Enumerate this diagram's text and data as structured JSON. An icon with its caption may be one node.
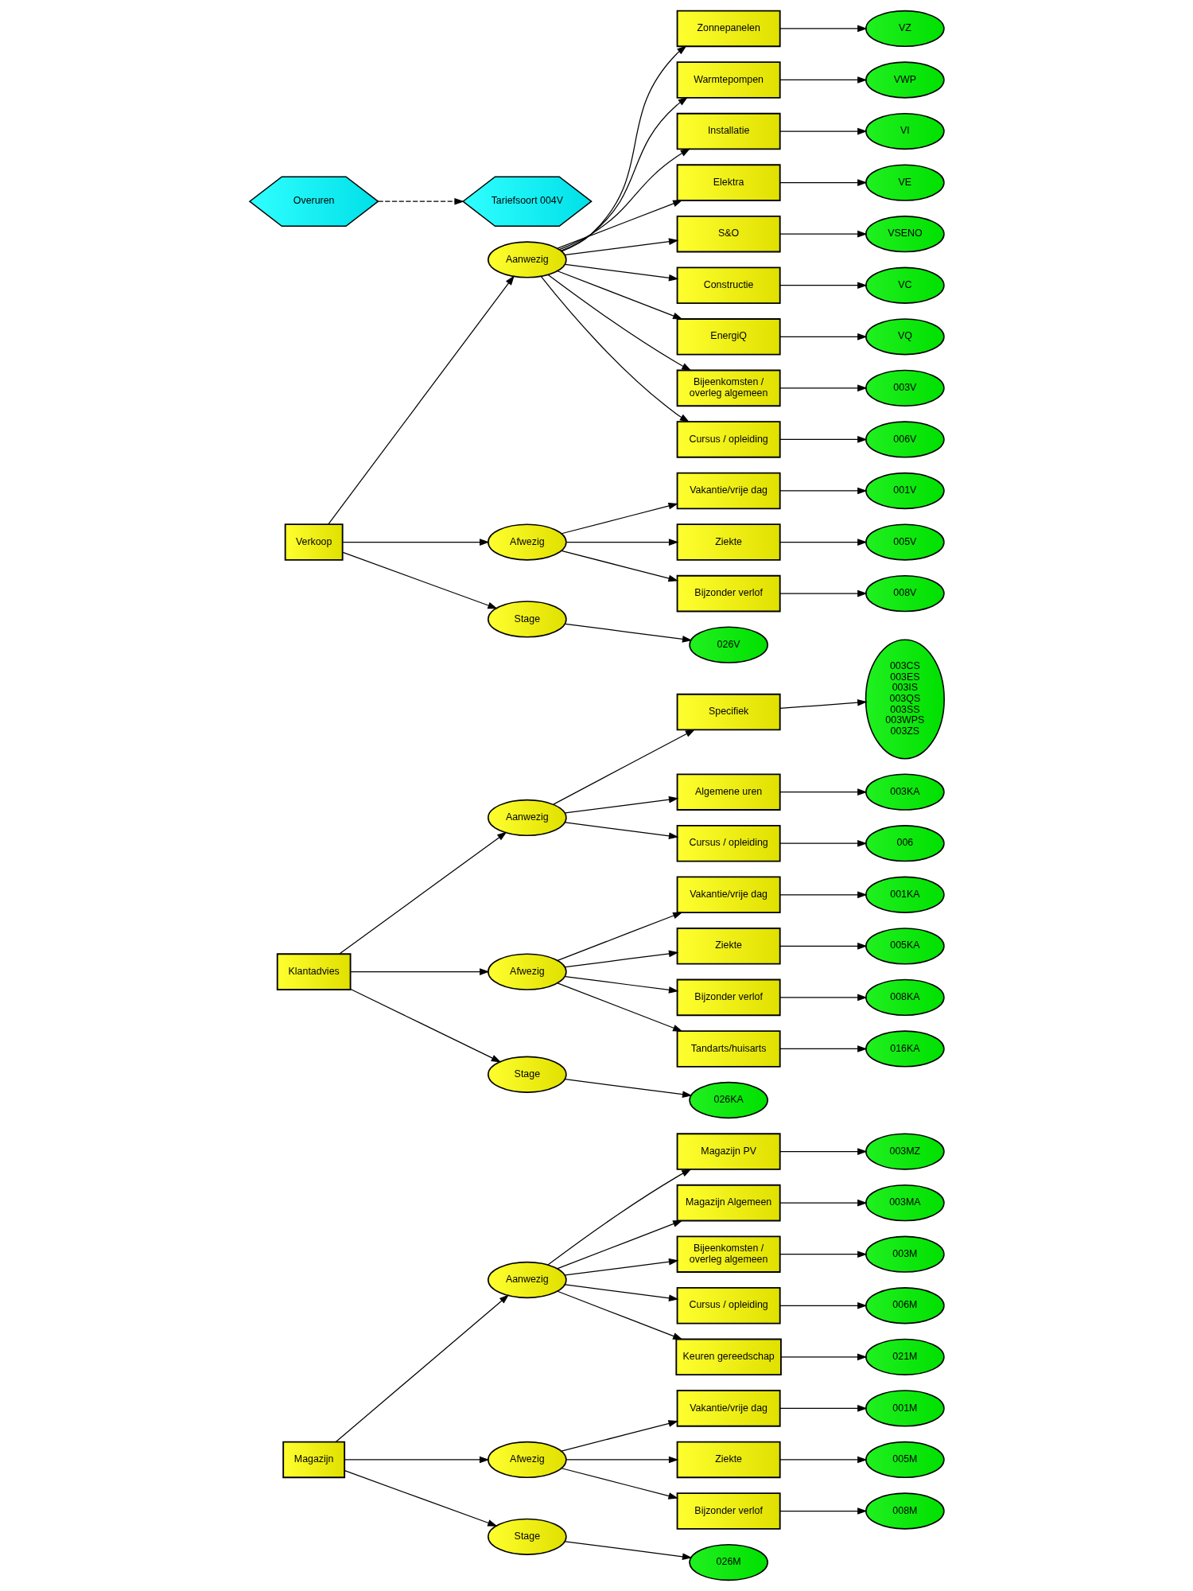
{
  "diagram": {
    "nodes": [
      {
        "text": [
          "Magazijn"
        ]
      },
      {
        "text": [
          "Aanwezig"
        ]
      },
      {
        "text": [
          "Magazijn PV"
        ]
      },
      {
        "text": [
          "003MZ"
        ]
      },
      {
        "text": [
          "Magazijn Algemeen"
        ]
      },
      {
        "text": [
          "003MA"
        ]
      },
      {
        "text": [
          "Bijeenkomsten / overleg algemeen"
        ]
      },
      {
        "text": [
          "003M"
        ]
      },
      {
        "text": [
          "Cursus / opleiding"
        ]
      },
      {
        "text": [
          "006M"
        ]
      },
      {
        "text": [
          "Keuren gereedschap"
        ]
      },
      {
        "text": [
          "021M"
        ]
      },
      {
        "text": [
          "Afwezig"
        ]
      },
      {
        "text": [
          "Vakantie/vrije dag"
        ]
      },
      {
        "text": [
          "001M"
        ]
      },
      {
        "text": [
          "Ziekte"
        ]
      },
      {
        "text": [
          "005M"
        ]
      },
      {
        "text": [
          "Bijzonder verlof"
        ]
      },
      {
        "text": [
          "008M"
        ]
      },
      {
        "text": [
          "Stage"
        ]
      },
      {
        "text": [
          "026M"
        ]
      },
      {
        "text": [
          "Klantadvies"
        ]
      },
      {
        "text": [
          "Aanwezig"
        ]
      },
      {
        "text": [
          "Specifiek"
        ]
      },
      {
        "text": [
          "003CS",
          "003ES",
          "003IS",
          "003QS",
          "003SS",
          "003WPS",
          "003ZS"
        ]
      },
      {
        "text": [
          "Algemene uren"
        ]
      },
      {
        "text": [
          "003KA"
        ]
      },
      {
        "text": [
          "Cursus / opleiding"
        ]
      },
      {
        "text": [
          "006"
        ]
      },
      {
        "text": [
          "Afwezig"
        ]
      },
      {
        "text": [
          "Vakantie/vrije dag"
        ]
      },
      {
        "text": [
          "001KA"
        ]
      },
      {
        "text": [
          "Ziekte"
        ]
      },
      {
        "text": [
          "005KA"
        ]
      },
      {
        "text": [
          "Bijzonder verlof"
        ]
      },
      {
        "text": [
          "008KA"
        ]
      },
      {
        "text": [
          "Tandarts/huisarts"
        ]
      },
      {
        "text": [
          "016KA"
        ]
      },
      {
        "text": [
          "Stage"
        ]
      },
      {
        "text": [
          "026KA"
        ]
      },
      {
        "text": [
          "Verkoop"
        ]
      },
      {
        "text": [
          "Aanwezig"
        ]
      },
      {
        "text": [
          "Zonnepanelen"
        ]
      },
      {
        "text": [
          "VZ"
        ]
      },
      {
        "text": [
          "Warmtepompen"
        ]
      },
      {
        "text": [
          "VWP"
        ]
      },
      {
        "text": [
          "Installatie"
        ]
      },
      {
        "text": [
          "VI"
        ]
      },
      {
        "text": [
          "Elektra"
        ]
      },
      {
        "text": [
          "VE"
        ]
      },
      {
        "text": [
          "S&O"
        ]
      },
      {
        "text": [
          "VSENO"
        ]
      },
      {
        "text": [
          "Constructie"
        ]
      },
      {
        "text": [
          "VC"
        ]
      },
      {
        "text": [
          "EnergiQ"
        ]
      },
      {
        "text": [
          "VQ"
        ]
      },
      {
        "text": [
          "Bijeenkomsten / overleg algemeen"
        ]
      },
      {
        "text": [
          "003V"
        ]
      },
      {
        "text": [
          "Cursus / opleiding"
        ]
      },
      {
        "text": [
          "006V"
        ]
      },
      {
        "text": [
          "Afwezig"
        ]
      },
      {
        "text": [
          "Vakantie/vrije dag"
        ]
      },
      {
        "text": [
          "001V"
        ]
      },
      {
        "text": [
          "Ziekte"
        ]
      },
      {
        "text": [
          "005V"
        ]
      },
      {
        "text": [
          "Bijzonder verlof"
        ]
      },
      {
        "text": [
          "008V"
        ]
      },
      {
        "text": [
          "Stage"
        ]
      },
      {
        "text": [
          "026V"
        ]
      },
      {
        "text": [
          "Overuren"
        ]
      },
      {
        "text": [
          "Tariefsoort 004V"
        ]
      }
    ],
    "edges": [
      {
        "from": 0,
        "to": 1,
        "arrow": "to"
      },
      {
        "from": 1,
        "to": 2,
        "arrow": "to"
      },
      {
        "from": 2,
        "to": 3,
        "arrow": "to"
      },
      {
        "from": 1,
        "to": 4,
        "arrow": "to"
      },
      {
        "from": 4,
        "to": 5,
        "arrow": "to"
      },
      {
        "from": 1,
        "to": 6,
        "arrow": "to"
      },
      {
        "from": 6,
        "to": 7,
        "arrow": "to"
      },
      {
        "from": 1,
        "to": 8,
        "arrow": "to"
      },
      {
        "from": 8,
        "to": 9,
        "arrow": "to"
      },
      {
        "from": 1,
        "to": 10,
        "arrow": "to"
      },
      {
        "from": 10,
        "to": 11,
        "arrow": "to"
      },
      {
        "from": 0,
        "to": 12,
        "arrow": "to"
      },
      {
        "from": 12,
        "to": 13,
        "arrow": "to"
      },
      {
        "from": 13,
        "to": 14,
        "arrow": "to"
      },
      {
        "from": 12,
        "to": 15,
        "arrow": "to"
      },
      {
        "from": 15,
        "to": 16,
        "arrow": "to"
      },
      {
        "from": 12,
        "to": 17,
        "arrow": "to"
      },
      {
        "from": 17,
        "to": 18,
        "arrow": "to"
      },
      {
        "from": 0,
        "to": 19,
        "arrow": "to"
      },
      {
        "from": 19,
        "to": 20,
        "arrow": "to"
      },
      {
        "from": 21,
        "to": 22,
        "arrow": "to"
      },
      {
        "from": 22,
        "to": 23,
        "arrow": "to"
      },
      {
        "from": 23,
        "to": 24,
        "arrow": "to"
      },
      {
        "from": 22,
        "to": 25,
        "arrow": "to"
      },
      {
        "from": 25,
        "to": 26,
        "arrow": "to"
      },
      {
        "from": 22,
        "to": 27,
        "arrow": "to"
      },
      {
        "from": 27,
        "to": 28,
        "arrow": "to"
      },
      {
        "from": 21,
        "to": 29,
        "arrow": "to"
      },
      {
        "from": 29,
        "to": 30,
        "arrow": "to"
      },
      {
        "from": 30,
        "to": 31,
        "arrow": "to"
      },
      {
        "from": 29,
        "to": 32,
        "arrow": "to"
      },
      {
        "from": 32,
        "to": 33,
        "arrow": "to"
      },
      {
        "from": 29,
        "to": 34,
        "arrow": "to"
      },
      {
        "from": 34,
        "to": 35,
        "arrow": "to"
      },
      {
        "from": 29,
        "to": 36,
        "arrow": "to"
      },
      {
        "from": 36,
        "to": 37,
        "arrow": "to"
      },
      {
        "from": 21,
        "to": 38,
        "arrow": "to"
      },
      {
        "from": 38,
        "to": 39,
        "arrow": "to"
      },
      {
        "from": 40,
        "to": 41,
        "arrow": "to"
      },
      {
        "from": 41,
        "to": 42,
        "arrow": "to"
      },
      {
        "from": 42,
        "to": 43,
        "arrow": "to"
      },
      {
        "from": 41,
        "to": 44,
        "arrow": "to"
      },
      {
        "from": 44,
        "to": 45,
        "arrow": "to"
      },
      {
        "from": 41,
        "to": 46,
        "arrow": "to"
      },
      {
        "from": 46,
        "to": 47,
        "arrow": "to"
      },
      {
        "from": 41,
        "to": 48,
        "arrow": "to"
      },
      {
        "from": 48,
        "to": 49,
        "arrow": "to"
      },
      {
        "from": 41,
        "to": 50,
        "arrow": "to"
      },
      {
        "from": 50,
        "to": 51,
        "arrow": "to"
      },
      {
        "from": 41,
        "to": 52,
        "arrow": "to"
      },
      {
        "from": 52,
        "to": 53,
        "arrow": "to"
      },
      {
        "from": 41,
        "to": 54,
        "arrow": "to"
      },
      {
        "from": 54,
        "to": 55,
        "arrow": "to"
      },
      {
        "from": 41,
        "to": 56,
        "arrow": "to"
      },
      {
        "from": 56,
        "to": 57,
        "arrow": "to"
      },
      {
        "from": 41,
        "to": 58,
        "arrow": "to"
      },
      {
        "from": 58,
        "to": 59,
        "arrow": "to"
      },
      {
        "from": 40,
        "to": 60,
        "arrow": "to"
      },
      {
        "from": 60,
        "to": 61,
        "arrow": "to"
      },
      {
        "from": 61,
        "to": 62,
        "arrow": "to"
      },
      {
        "from": 60,
        "to": 63,
        "arrow": "to"
      },
      {
        "from": 63,
        "to": 64,
        "arrow": "to"
      },
      {
        "from": 60,
        "to": 65,
        "arrow": "to"
      },
      {
        "from": 65,
        "to": 66,
        "arrow": "to"
      },
      {
        "from": 40,
        "to": 67,
        "arrow": "to"
      },
      {
        "from": 67,
        "to": 68,
        "arrow": "to"
      },
      {
        "from": 69,
        "to": 70,
        "arrow": "to",
        "style": "dashed"
      }
    ]
  }
}
